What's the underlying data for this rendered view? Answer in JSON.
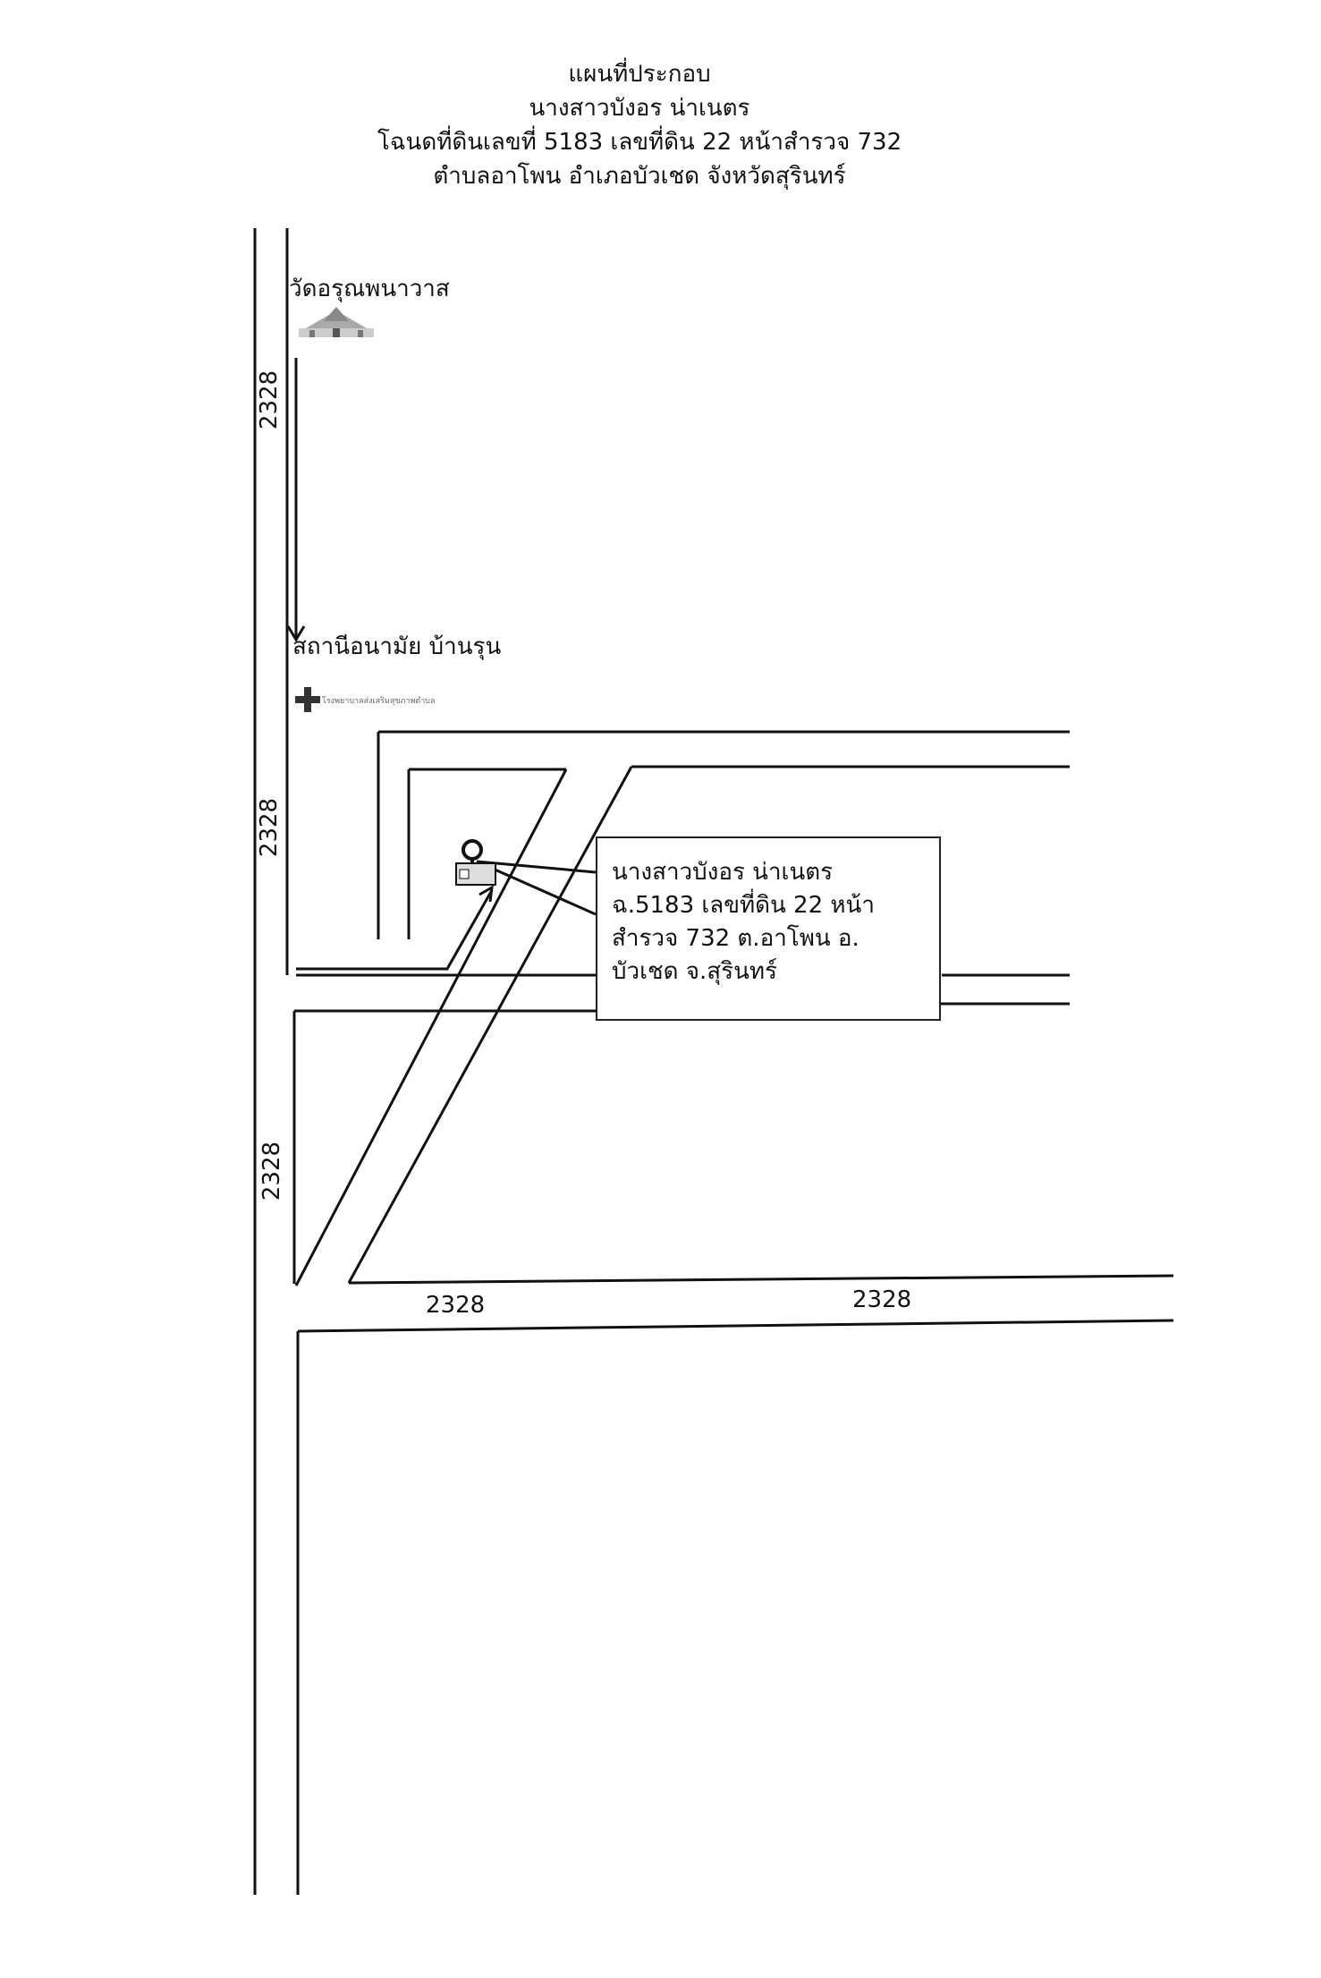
{
  "title": {
    "line1": "แผนที่ประกอบ",
    "line2": "นางสาวบังอร น่าเนตร",
    "line3": "โฉนดที่ดินเลขที่ 5183 เลขที่ดิน 22 หน้าสำรวจ 732",
    "line4": "ตำบลอาโพน อำเภอบัวเชด จังหวัดสุรินทร์"
  },
  "landmarks": {
    "temple": {
      "label": "วัดอรุณพนาวาส",
      "icon": "temple-icon"
    },
    "health_station": {
      "label": "สถานีอนามัย บ้านรุน",
      "icon": "health-station-icon",
      "sign_text": "โรงพยาบาลส่งเสริมสุขภาพตำบล"
    }
  },
  "roads": {
    "vertical_road_label_1": "2328",
    "vertical_road_label_2": "2328",
    "vertical_road_label_3": "2328",
    "horizontal_road_label_1": "2328",
    "horizontal_road_label_2": "2328"
  },
  "parcel_marker": {
    "icon": "location-pin-icon"
  },
  "callout": {
    "line1": "นางสาวบังอร น่าเนตร",
    "line2": "ฉ.5183 เลขที่ดิน 22 หน้า",
    "line3": "สำรวจ 732 ต.อาโพน อ.",
    "line4": "บัวเชด จ.สุรินทร์"
  },
  "colors": {
    "ink": "#111111",
    "background": "#ffffff"
  }
}
